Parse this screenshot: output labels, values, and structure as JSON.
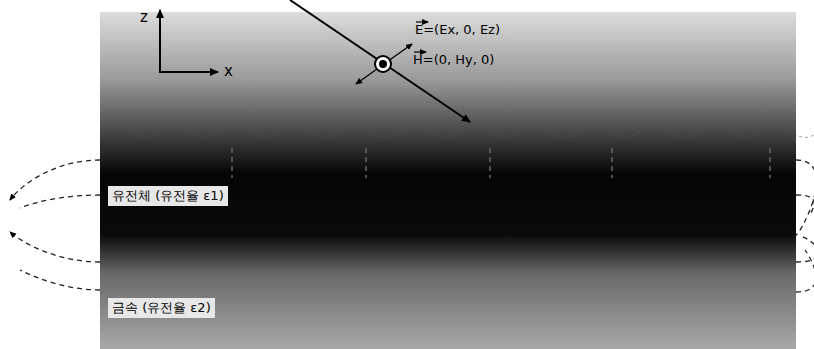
{
  "diagram": {
    "nodes": [
      {
        "text": [
          "유전체 (유전율 ε1)"
        ]
      },
      {
        "text": [
          "금속 (유전율 ε2)"
        ]
      }
    ],
    "labels": [
      "z",
      "x",
      "E=(Ex, 0, Ez)",
      "H=(0, Hy, 0)"
    ]
  }
}
